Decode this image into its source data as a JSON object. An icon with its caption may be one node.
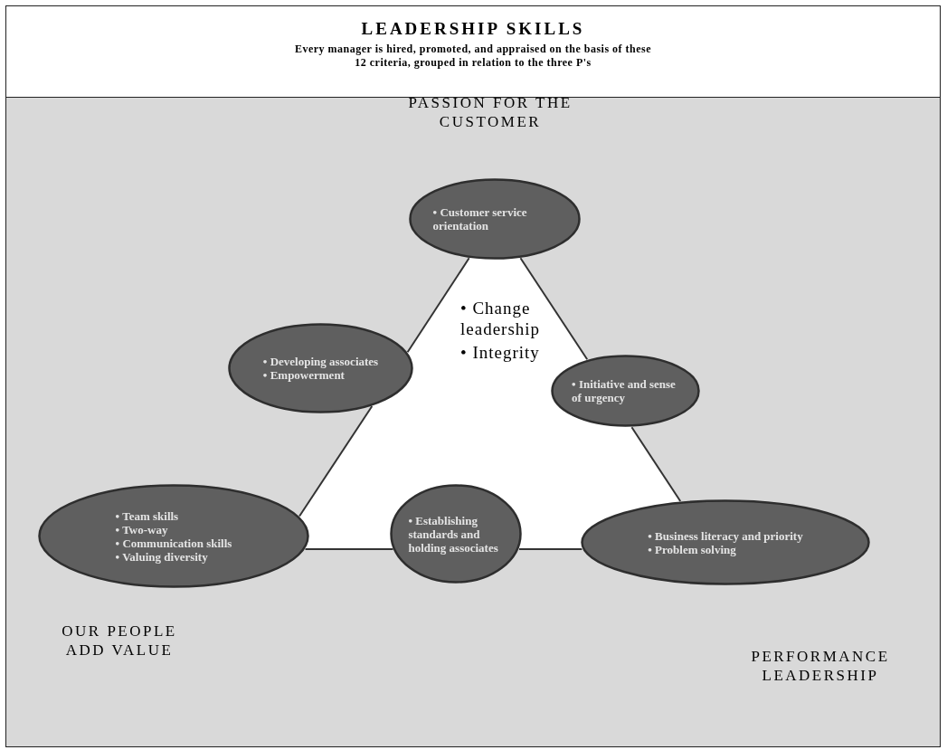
{
  "diagram": {
    "title": "LEADERSHIP SKILLS",
    "caption": "Every manager is hired, promoted, and appraised on the basis of these 12 criteria, grouped in relation to the three P's",
    "nodes": [
      {
        "text": [
          "• Customer service orientation"
        ]
      },
      {
        "text": [
          "• Developing associates",
          "• Empowerment"
        ]
      },
      {
        "text": [
          "• Initiative and sense of urgency"
        ]
      },
      {
        "text": [
          "• Team skills",
          "• Two-way",
          "• Communication skills",
          "• Valuing diversity"
        ]
      },
      {
        "text": [
          "• Establishing standards and holding associates"
        ]
      },
      {
        "text": [
          "• Business literacy and priority",
          "• Problem solving"
        ]
      }
    ],
    "edges": [
      {
        "from": 0,
        "to": 1,
        "arrow": "none"
      },
      {
        "from": 1,
        "to": 3,
        "arrow": "none"
      },
      {
        "from": 3,
        "to": 4,
        "arrow": "none"
      },
      {
        "from": 4,
        "to": 5,
        "arrow": "none"
      },
      {
        "from": 5,
        "to": 2,
        "arrow": "none"
      },
      {
        "from": 2,
        "to": 0,
        "arrow": "none"
      }
    ],
    "labels": [
      "PASSION FOR THE CUSTOMER",
      "• Change leadership",
      "• Integrity",
      "OUR PEOPLE ADD VALUE",
      "PERFORMANCE LEADERSHIP"
    ]
  }
}
